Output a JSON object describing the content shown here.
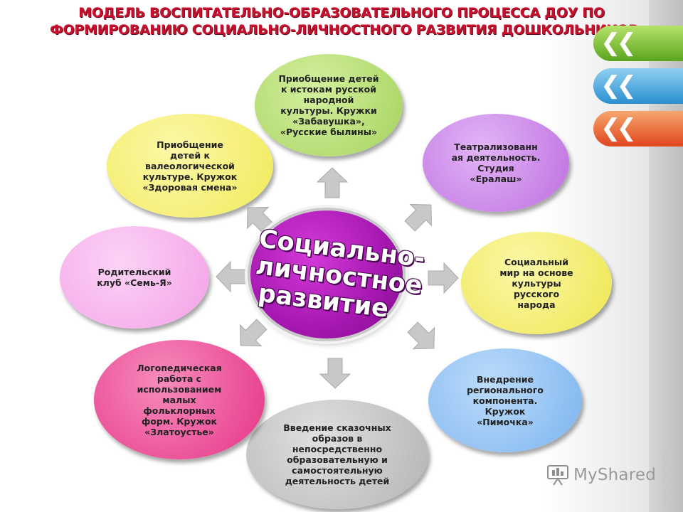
{
  "header": {
    "line1": "МОДЕЛЬ ВОСПИТАТЕЛЬНО-ОБРАЗОВАТЕЛЬНОГО ПРОЦЕССА ДОУ ПО",
    "line2": "ФОРМИРОВАНИЮ  СОЦИАЛЬНО-ЛИЧНОСТНОГО РАЗВИТИЯ  ДОШКОЛЬНИКОВ"
  },
  "center": {
    "line1": "Социально-",
    "line2": "личностное",
    "line3": "развитие"
  },
  "nodes": {
    "top": {
      "lines": [
        "Приобщение детей",
        "к истокам русской",
        "народной",
        "культуры.  Кружки",
        "«Забавушка»,",
        "«Русские былины»"
      ]
    },
    "top_right": {
      "lines": [
        "Театрализованн",
        "ая деятельность.",
        "Студия",
        "«Ералаш»"
      ]
    },
    "right": {
      "lines": [
        "Социальный",
        "мир на основе",
        "культуры",
        "русского",
        "народа"
      ]
    },
    "bottom_right": {
      "lines": [
        "Внедрение",
        "регионального",
        "компонента.",
        "Кружок",
        "«Пимочка»"
      ]
    },
    "bottom": {
      "lines": [
        "Введение сказочных",
        "образов в",
        "непосредственно",
        "образовательную  и",
        "самостоятельную",
        "деятельность детей"
      ]
    },
    "bottom_left": {
      "lines": [
        "Логопедическая",
        "работа с",
        "использованием",
        "малых",
        "фольклорных",
        "форм. Кружок",
        "«Златоустье»"
      ]
    },
    "left": {
      "lines": [
        "Родительский",
        "клуб «Семь-Я»"
      ]
    },
    "top_left": {
      "lines": [
        "Приобщение",
        "детей к",
        "валеологической",
        "культуре. Кружок",
        "«Здоровая смена»"
      ]
    }
  },
  "watermark": {
    "text": "MyShared"
  },
  "side_link": {
    "text": "www.myshared.ru"
  },
  "colors": {
    "header_red": "#c8102e",
    "center_purple": "#a517b0",
    "node_green": "#b5dd72",
    "node_violet": "#c87ee6",
    "node_yellow": "#f6f16a",
    "node_blue": "#8cc3f3",
    "node_grey": "#bdbdbd",
    "node_magenta": "#ee4b95",
    "node_pink": "#f7b1ec",
    "arrow_grey": "#c8c8c8"
  }
}
